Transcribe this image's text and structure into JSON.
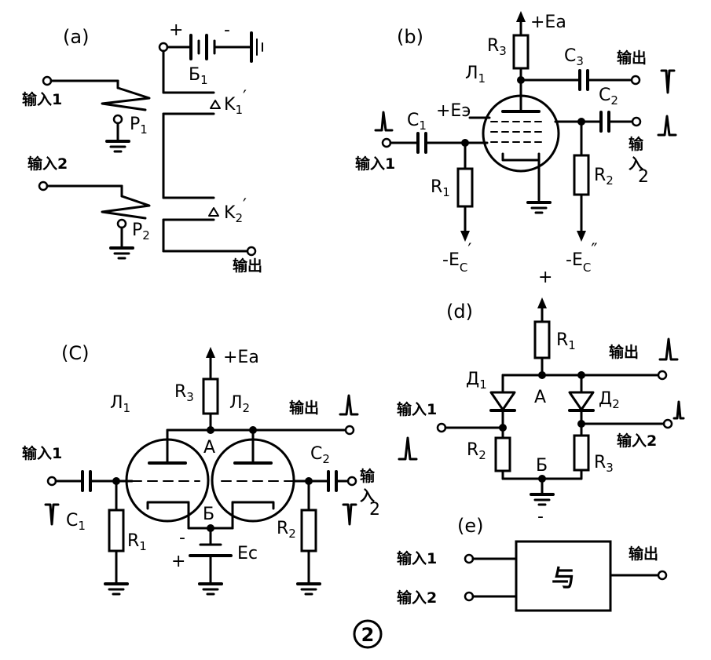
{
  "panels": {
    "a": {
      "label": "(a)",
      "battery": {
        "plus": "+",
        "minus": "-",
        "name": "Б",
        "sub": "1"
      },
      "relays": [
        {
          "name": "P",
          "sub": "1"
        },
        {
          "name": "P",
          "sub": "2"
        }
      ],
      "contacts": [
        {
          "name": "K",
          "sub": "1",
          "mark": "′"
        },
        {
          "name": "K",
          "sub": "2",
          "mark": "′"
        }
      ],
      "inputs": [
        "输入1",
        "输入2"
      ],
      "output": "输出"
    },
    "b": {
      "label": "(b)",
      "supply": "+Ea",
      "tube": {
        "name": "Л",
        "sub": "1"
      },
      "screen": "+Eэ",
      "resistors": [
        {
          "name": "R",
          "sub": "3"
        },
        {
          "name": "R",
          "sub": "1"
        },
        {
          "name": "R",
          "sub": "2"
        }
      ],
      "capacitors": [
        {
          "name": "C",
          "sub": "3"
        },
        {
          "name": "C",
          "sub": "1"
        },
        {
          "name": "C",
          "sub": "2"
        }
      ],
      "input1": "输入1",
      "input2_top": "输",
      "input2_mid": "入",
      "input2_num": "2",
      "output": "输出",
      "bias": [
        {
          "name": "-E",
          "sub": "C",
          "mark": "′"
        },
        {
          "name": "-E",
          "sub": "C",
          "mark": "″"
        }
      ]
    },
    "c": {
      "label": "(C)",
      "supply": "+Ea",
      "tubes": [
        {
          "name": "Л",
          "sub": "1"
        },
        {
          "name": "Л",
          "sub": "2"
        }
      ],
      "resistors": [
        {
          "name": "R",
          "sub": "3"
        },
        {
          "name": "R",
          "sub": "1"
        },
        {
          "name": "R",
          "sub": "2"
        }
      ],
      "capacitors": [
        {
          "name": "C",
          "sub": "1"
        },
        {
          "name": "C",
          "sub": "2"
        }
      ],
      "nodes": [
        "A",
        "Б"
      ],
      "battery": {
        "name": "Ec",
        "plus": "+",
        "minus": "-"
      },
      "input1": "输入1",
      "input2_top": "输",
      "input2_mid": "入",
      "input2_num": "2",
      "output": "输出"
    },
    "d": {
      "label": "(d)",
      "supply": "+",
      "ground_sign": "-",
      "diodes": [
        {
          "name": "Д",
          "sub": "1"
        },
        {
          "name": "Д",
          "sub": "2"
        }
      ],
      "resistors": [
        {
          "name": "R",
          "sub": "1"
        },
        {
          "name": "R",
          "sub": "2"
        },
        {
          "name": "R",
          "sub": "3"
        }
      ],
      "nodes": [
        "A",
        "Б"
      ],
      "input1": "输入1",
      "input2": "输入2",
      "output": "输出"
    },
    "e": {
      "label": "(e)",
      "gate": "与",
      "inputs": [
        "输入1",
        "输入2"
      ],
      "output": "输出"
    }
  },
  "figure_number": "2"
}
